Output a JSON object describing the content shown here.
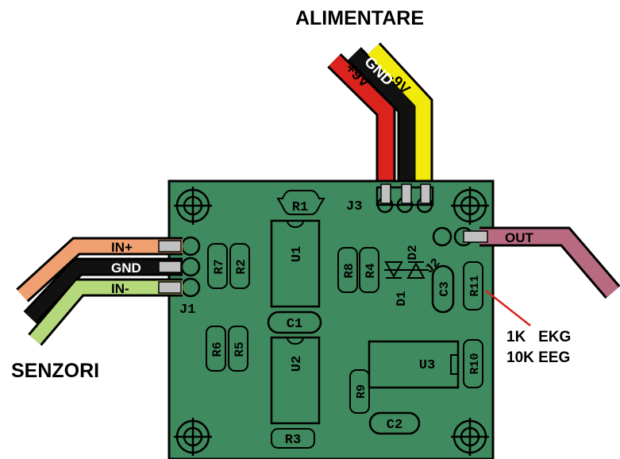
{
  "labels": {
    "power_title": "ALIMENTARE",
    "sensors_title": "SENZORI",
    "wire_plus9v": "+9V",
    "wire_gnd_power": "GND",
    "wire_minus9v": "-9V",
    "wire_in_plus": "IN+",
    "wire_gnd_sensor": "GND",
    "wire_in_minus": "IN-",
    "wire_out": "OUT",
    "note_line1": "1K   EKG",
    "note_line2": "10K EEG"
  },
  "components": {
    "j1": "J1",
    "j2": "J2",
    "j3": "J3",
    "r1": "R1",
    "r2": "R2",
    "r3": "R3",
    "r4": "R4",
    "r5": "R5",
    "r6": "R6",
    "r7": "R7",
    "r8": "R8",
    "r9": "R9",
    "r10": "R10",
    "r11": "R11",
    "c1": "C1",
    "c2": "C2",
    "c3": "C3",
    "u1": "U1",
    "u2": "U2",
    "u3": "U3",
    "d1": "D1",
    "d2": "D2"
  },
  "colors": {
    "pcb": "#3f8a5e",
    "wire_red": "#d9231c",
    "wire_black": "#111111",
    "wire_yellow": "#f2ea0a",
    "wire_orange": "#f0a070",
    "wire_green": "#b5d97a",
    "wire_out": "#b86a80"
  }
}
